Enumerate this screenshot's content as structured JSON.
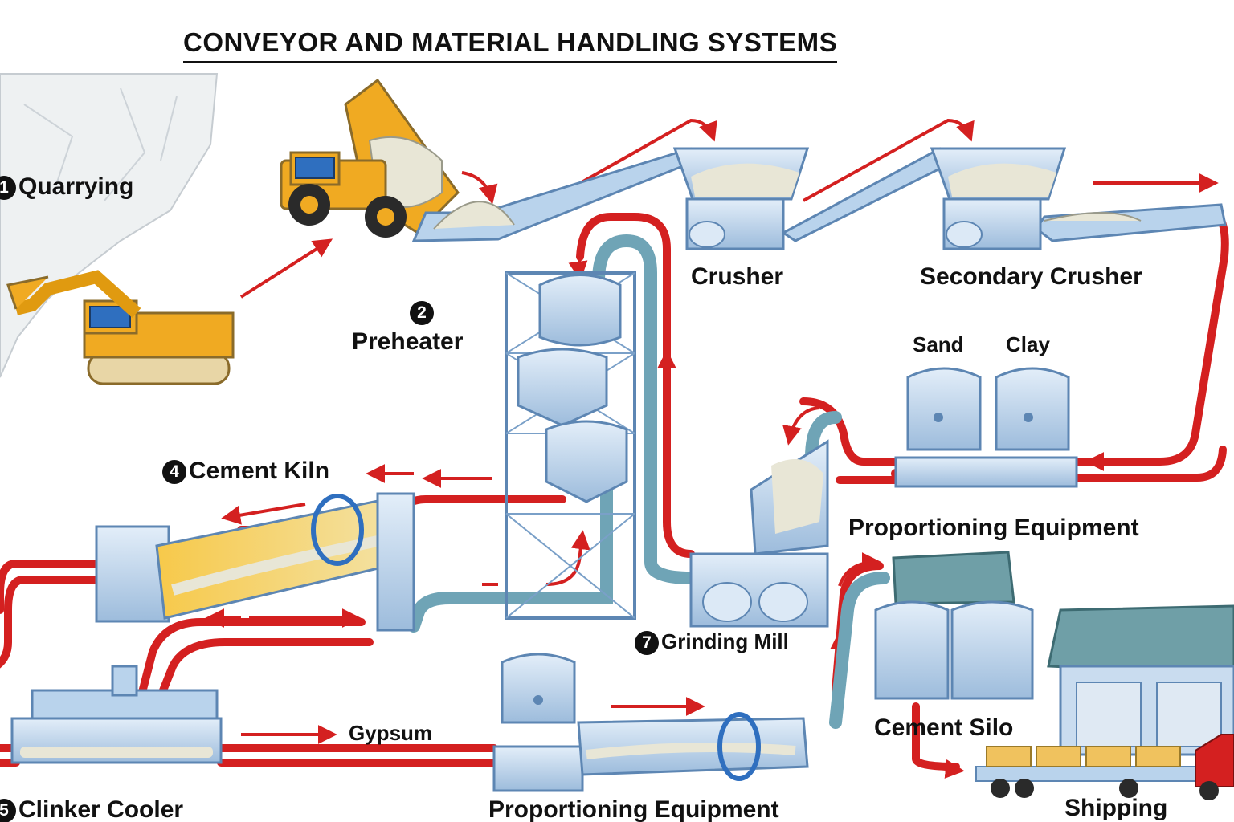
{
  "title": "CONVEYOR AND MATERIAL HANDLING SYSTEMS",
  "stages": {
    "quarrying": {
      "number": "1",
      "label": "Quarrying"
    },
    "preheater": {
      "number": "2",
      "label": "Preheater"
    },
    "kiln": {
      "number": "4",
      "label": "Cement Kiln"
    },
    "clinker_cooler": {
      "number": "5",
      "label": "Clinker Cooler"
    },
    "grinding_mill": {
      "number": "7",
      "label": "Grinding Mill"
    }
  },
  "labels": {
    "crusher": "Crusher",
    "secondary_crusher": "Secondary Crusher",
    "sand": "Sand",
    "clay": "Clay",
    "proportioning_top": "Proportioning Equipment",
    "proportioning_bottom": "Proportioning Equipment",
    "gypsum": "Gypsum",
    "cement_silo": "Cement Silo",
    "shipping": "Shipping"
  },
  "colors": {
    "conveyor_red": "#d42020",
    "machine_blue": "#b9d3ec",
    "machine_outline": "#5d86b3",
    "pipe_teal": "#6fa4b6",
    "vehicle_yellow": "#f0aa22",
    "truck_red": "#d42020",
    "roof_teal": "#6f9fa7",
    "material": "#e8e6d6"
  },
  "icons": [
    "dump-truck-icon",
    "excavator-icon",
    "cargo-truck-icon",
    "warehouse-icon"
  ]
}
